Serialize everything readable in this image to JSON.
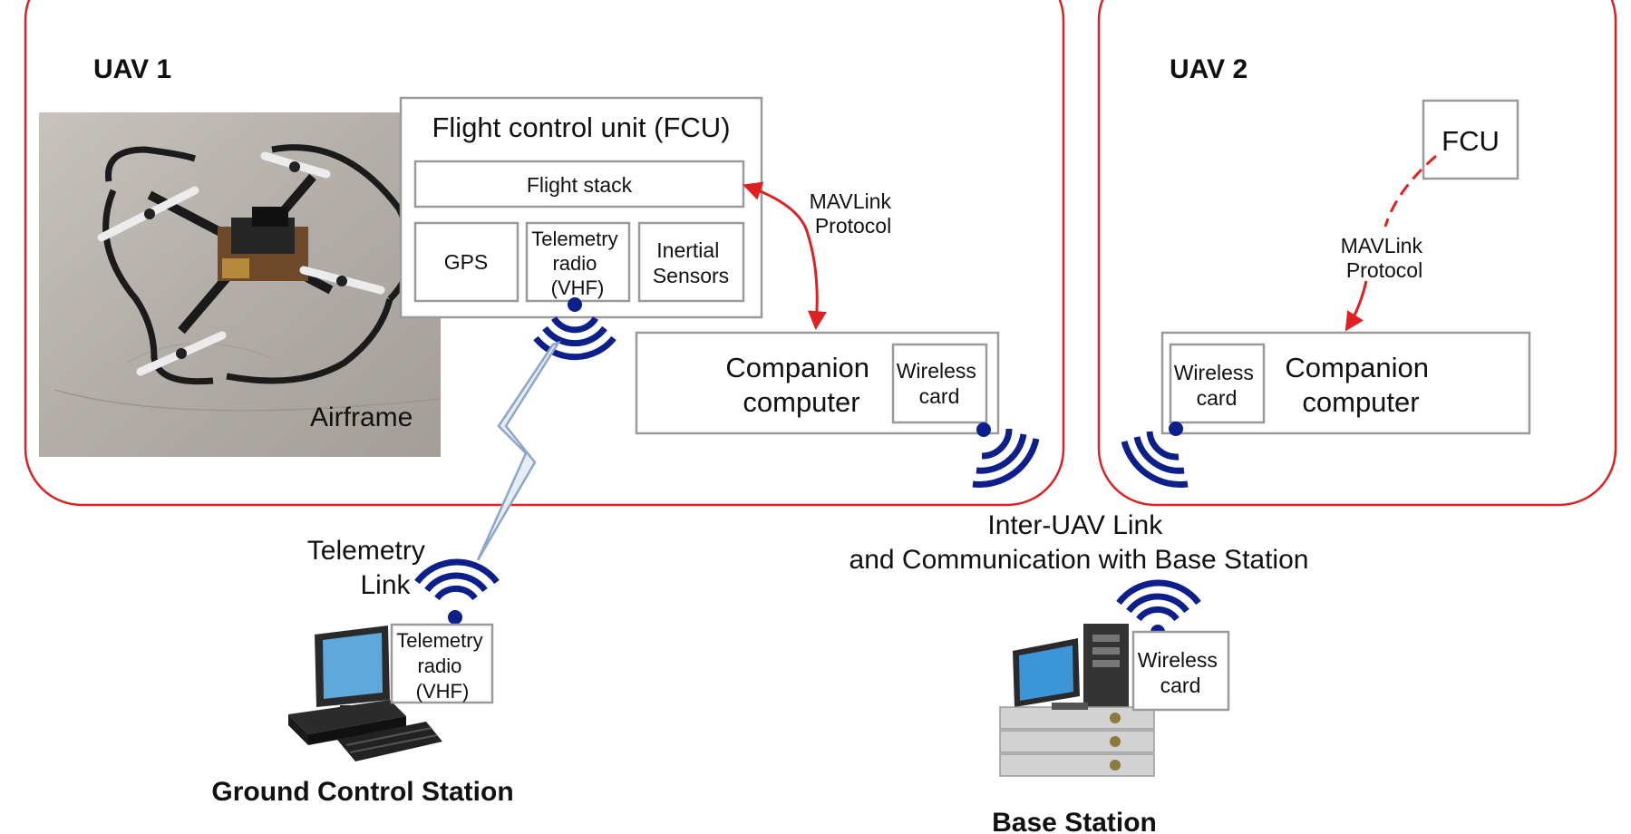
{
  "regions": {
    "uav1_label": "UAV 1",
    "uav2_label": "UAV 2"
  },
  "uav1": {
    "airframe_label": "Airframe",
    "fcu_title": "Flight control unit (FCU)",
    "flight_stack": "Flight stack",
    "gps": "GPS",
    "telemetry_radio": [
      "Telemetry",
      "radio",
      "(VHF)"
    ],
    "inertial_sensors": [
      "Inertial",
      "Sensors"
    ],
    "mavlink": [
      "MAVLink",
      "Protocol"
    ],
    "companion": [
      "Companion",
      "computer"
    ],
    "wireless_card": [
      "Wireless",
      "card"
    ]
  },
  "uav2": {
    "fcu": "FCU",
    "mavlink": [
      "MAVLink",
      "Protocol"
    ],
    "companion": [
      "Companion",
      "computer"
    ],
    "wireless_card": [
      "Wireless",
      "card"
    ]
  },
  "links": {
    "telemetry_link": [
      "Telemetry",
      "Link"
    ],
    "inter_uav": [
      "Inter-UAV Link",
      "and Communication with Base Station"
    ]
  },
  "ground_station": {
    "radio": [
      "Telemetry",
      "radio",
      "(VHF)"
    ],
    "label": "Ground Control Station"
  },
  "base_station": {
    "wireless_card": [
      "Wireless",
      "card"
    ],
    "label": "Base Station"
  },
  "colors": {
    "region_border": "#e02020",
    "arrow": "#e02020",
    "wireless_signal": "#0c1f8a",
    "telemetry_bolt": "#8ea6c8"
  }
}
